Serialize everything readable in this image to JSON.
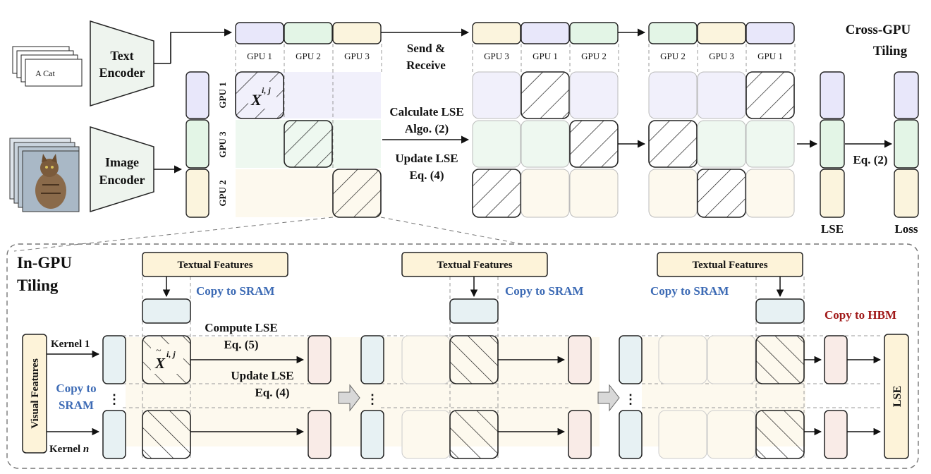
{
  "top": {
    "cross_gpu_title_1": "Cross-GPU",
    "cross_gpu_title_2": "Tiling",
    "text_card": "A Cat",
    "text_encoder_1": "Text",
    "text_encoder_2": "Encoder",
    "image_encoder_1": "Image",
    "image_encoder_2": "Encoder",
    "gpu_header_1": [
      "GPU 1",
      "GPU 2",
      "GPU 3"
    ],
    "gpu_header_2": [
      "GPU 3",
      "GPU 1",
      "GPU 2"
    ],
    "gpu_header_3": [
      "GPU 2",
      "GPU 3",
      "GPU 1"
    ],
    "row_labels": [
      "GPU 1",
      "GPU 3",
      "GPU 2"
    ],
    "send_1": "Send &",
    "send_2": "Receive",
    "calc_1": "Calculate LSE",
    "calc_2": "Algo. (2)",
    "update_1": "Update LSE",
    "update_2": "Eq. (4)",
    "x_main": "X",
    "x_sup": "i, j",
    "lse_label": "LSE",
    "eq2": "Eq. (2)",
    "loss_label": "Loss"
  },
  "bottom": {
    "title_1": "In-GPU",
    "title_2": "Tiling",
    "textual_features": "Textual Features",
    "copy_sram": "Copy to SRAM",
    "copy_hbm": "Copy to HBM",
    "visual_features": "Visual Features",
    "kernel_1": "Kernel 1",
    "kernel_n_word": "Kernel",
    "kernel_n_var": "n",
    "copy_to": "Copy to",
    "sram": "SRAM",
    "compute_1": "Compute LSE",
    "compute_2": "Eq. (5)",
    "update_1": "Update LSE",
    "update_2": "Eq. (4)",
    "xt_main": "X",
    "xt_sup": "i, j",
    "lse_box": "LSE",
    "dots": "⋮"
  },
  "colors": {
    "purple": "#e8e7fa",
    "green": "#e3f5e6",
    "yellow": "#fbf4dd",
    "teal": "#e7f1f3",
    "pink": "#f9ebe7",
    "cream": "#fdf3d9",
    "blue_text": "#3d6bb5",
    "red_text": "#a01818"
  }
}
